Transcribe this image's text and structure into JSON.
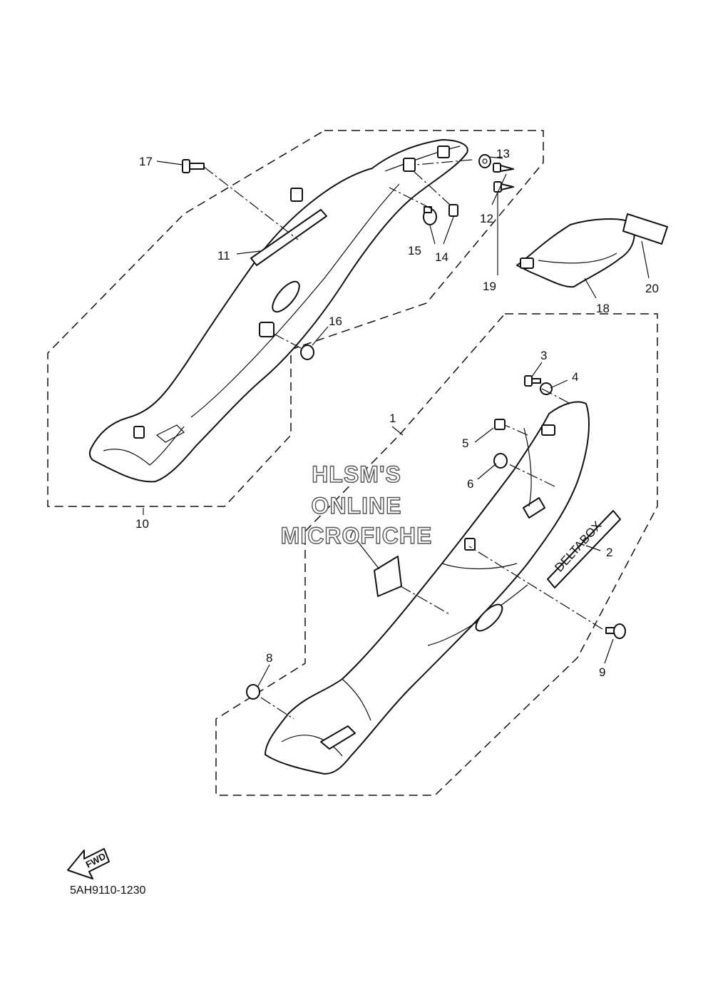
{
  "callouts": {
    "n1": "1",
    "n2": "2",
    "n3": "3",
    "n4": "4",
    "n5": "5",
    "n6": "6",
    "n7": "7",
    "n8": "8",
    "n9": "9",
    "n10": "10",
    "n11": "11",
    "n12": "12",
    "n13": "13",
    "n14": "14",
    "n15": "15",
    "n16": "16",
    "n17": "17",
    "n18": "18",
    "n19": "19",
    "n20": "20"
  },
  "watermark": {
    "line1": "HLSM'S",
    "line2": "ONLINE",
    "line3": "MICROFICHE"
  },
  "fwd_label": "FWD",
  "drawing_code": "5AH9110-1230"
}
